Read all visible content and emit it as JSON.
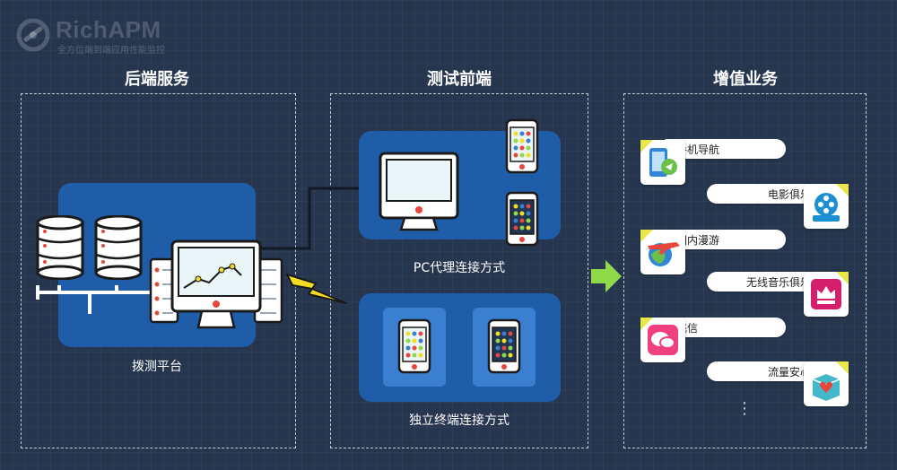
{
  "logo": {
    "name": "RichAPM",
    "tagline": "全方位端到端应用性能监控"
  },
  "sections": {
    "backend": {
      "title": "后端服务",
      "caption": "拨测平台"
    },
    "frontend": {
      "title": "测试前端",
      "pc_caption": "PC代理连接方式",
      "standalone_caption": "独立终端连接方式"
    },
    "vas": {
      "title": "增值业务"
    }
  },
  "services": [
    {
      "label": "手机导航",
      "icon": "phone-navigation-icon"
    },
    {
      "label": "电影俱乐部",
      "icon": "film-club-icon"
    },
    {
      "label": "国内漫游",
      "icon": "roaming-plane-icon"
    },
    {
      "label": "无线音乐俱乐部",
      "icon": "music-club-icon"
    },
    {
      "label": "飞信",
      "icon": "fetion-chat-icon"
    },
    {
      "label": "流量安心包",
      "icon": "data-package-icon"
    }
  ],
  "more": "⋮",
  "colors": {
    "background": "#26364f",
    "panel": "#1f5da8",
    "tile": "#3b7fd0",
    "arrow": "#8fd94a",
    "lightning": "#f5dc22"
  }
}
